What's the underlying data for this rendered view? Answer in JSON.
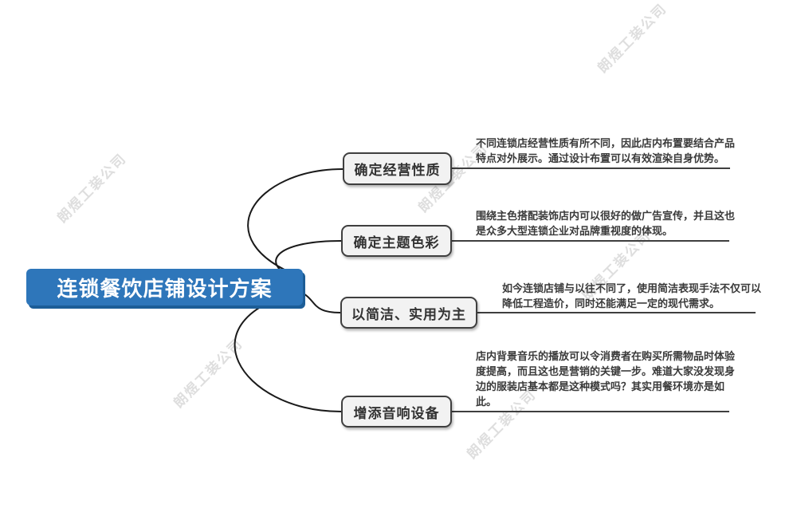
{
  "root": {
    "label": "连锁餐饮店铺设计方案"
  },
  "watermark": {
    "text": "朗煜工装公司"
  },
  "topics": [
    {
      "label": "确定经营性质",
      "description": "不同连锁店经营性质有所不同，因此店内布置要结合产品特点对外展示。通过设计布置可以有效渲染自身优势。",
      "lines": [
        "不同连锁店经营性质有所不同，因此店内布置要结合产品",
        "特点对外展示。通过设计布置可以有效渲染自身优势。"
      ]
    },
    {
      "label": "确定主题色彩",
      "description": "围绕主色搭配装饰店内可以很好的做广告宣传，并且这也是众多大型连锁企业对品牌重视度的体现。",
      "lines": [
        "围绕主色搭配装饰店内可以很好的做广告宣传，并且这也",
        "是众多大型连锁企业对品牌重视度的体现。"
      ]
    },
    {
      "label": "以简洁、实用为主",
      "description": "如今连锁店铺与以往不同了，使用简洁表现手法不仅可以降低工程造价，同时还能满足一定的现代需求。",
      "lines": [
        "如今连锁店铺与以往不同了，使用简洁表现手法不仅可以",
        "降低工程造价，同时还能满足一定的现代需求。"
      ]
    },
    {
      "label": "增添音响设备",
      "description": "店内背景音乐的播放可以令消费者在购买所需物品时体验度提高，而且这也是营销的关键一步。难道大家没发现身边的服装店基本都是这种模式吗？其实用餐环境亦是如此。",
      "lines": [
        "店内背景音乐的播放可以令消费者在购买所需物品时体验",
        "度提高，而且这也是营销的关键一步。难道大家没发现身",
        "边的服装店基本都是这种模式吗？其实用餐环境亦是如",
        "此。"
      ]
    }
  ],
  "colors": {
    "root_bg": "#2e76ba",
    "root_shadow": "#1c5d97",
    "node_bg": "#f2f2f2",
    "node_border": "#3f3f3f",
    "line": "#1a1a1a",
    "text": "#3a3a3a",
    "watermark": "#dedede"
  }
}
